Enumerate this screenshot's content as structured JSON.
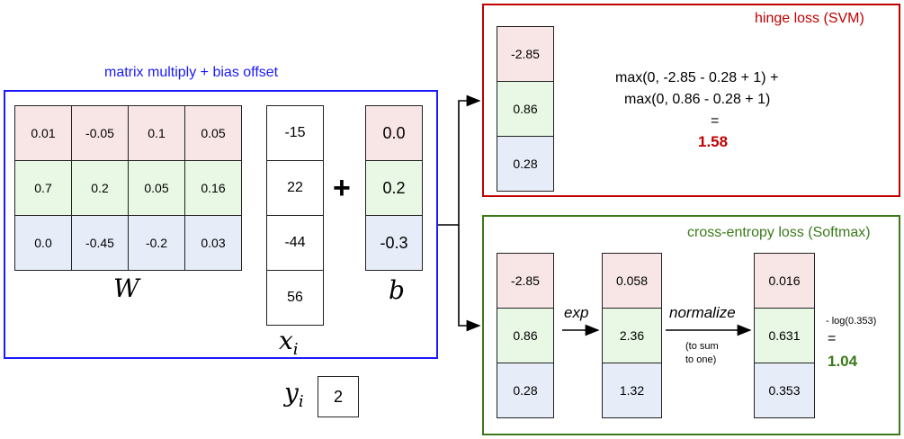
{
  "left_panel": {
    "title": "matrix multiply + bias offset",
    "title_color": "#1a1aff",
    "border_color": "#1a1aff",
    "W": [
      [
        "0.01",
        "-0.05",
        "0.1",
        "0.05"
      ],
      [
        "0.7",
        "0.2",
        "0.05",
        "0.16"
      ],
      [
        "0.0",
        "-0.45",
        "-0.2",
        "0.03"
      ]
    ],
    "W_label": "W",
    "x": [
      "-15",
      "22",
      "-44",
      "56"
    ],
    "x_label_main": "x",
    "x_label_sub": "i",
    "plus": "+",
    "b": [
      "0.0",
      "0.2",
      "-0.3"
    ],
    "b_label": "b",
    "y_label_main": "y",
    "y_label_sub": "i",
    "y_value": "2"
  },
  "hinge_panel": {
    "title": "hinge loss (SVM)",
    "title_color": "#c00000",
    "border_color": "#c00000",
    "scores": [
      "-2.85",
      "0.86",
      "0.28"
    ],
    "formula_line1": "max(0, -2.85 - 0.28 + 1) +",
    "formula_line2": "max(0, 0.86 - 0.28 + 1)",
    "equals": "=",
    "result": "1.58",
    "result_color": "#c00000"
  },
  "softmax_panel": {
    "title": "cross-entropy loss (Softmax)",
    "title_color": "#3b7a1a",
    "border_color": "#3b7a1a",
    "scores": [
      "-2.85",
      "0.86",
      "0.28"
    ],
    "exp_label": "exp",
    "exp_values": [
      "0.058",
      "2.36",
      "1.32"
    ],
    "normalize_label": "normalize",
    "normalize_note_1": "(to sum",
    "normalize_note_2": "to one)",
    "probs": [
      "0.016",
      "0.631",
      "0.353"
    ],
    "log_label": "- log(0.353)",
    "equals": "=",
    "result": "1.04",
    "result_color": "#3b7a1a"
  }
}
